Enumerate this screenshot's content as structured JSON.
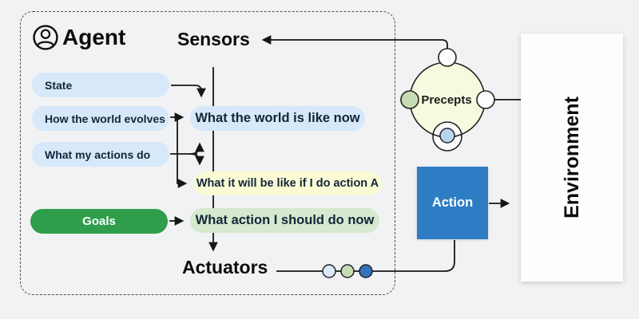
{
  "agent": {
    "title": "Agent",
    "avatar_icon": "person-in-circle",
    "sensors_label": "Sensors",
    "actuators_label": "Actuators",
    "knowledge_pills": [
      {
        "label": "State"
      },
      {
        "label": "How the world evolves"
      },
      {
        "label": "What my actions do"
      },
      {
        "label": "Goals"
      }
    ],
    "reasoning_pills": [
      {
        "label": "What the world is like now"
      },
      {
        "label": "What it will be like if I do action A"
      },
      {
        "label": "What action I should do now"
      }
    ]
  },
  "percepts": {
    "label": "Precepts"
  },
  "action": {
    "label": "Action"
  },
  "environment": {
    "label": "Environment"
  },
  "colors": {
    "background": "#f1f2f3",
    "connector_stroke": "#161616",
    "pill_blue": "#d6e8fa",
    "pill_yellow": "#fafbd5",
    "pill_green_light": "#d6e8cd",
    "goals_green": "#2e9e4c",
    "action_blue": "#2e7dc4",
    "percepts_fill": "#f8fae0",
    "node_green": "#c8dcb4",
    "node_blue": "#b9d4f2",
    "actuator_dot_light_blue": "#dce9f8",
    "actuator_dot_green": "#c8dcb4",
    "actuator_dot_dark_blue": "#3273bc",
    "text_dark": "#132639"
  }
}
